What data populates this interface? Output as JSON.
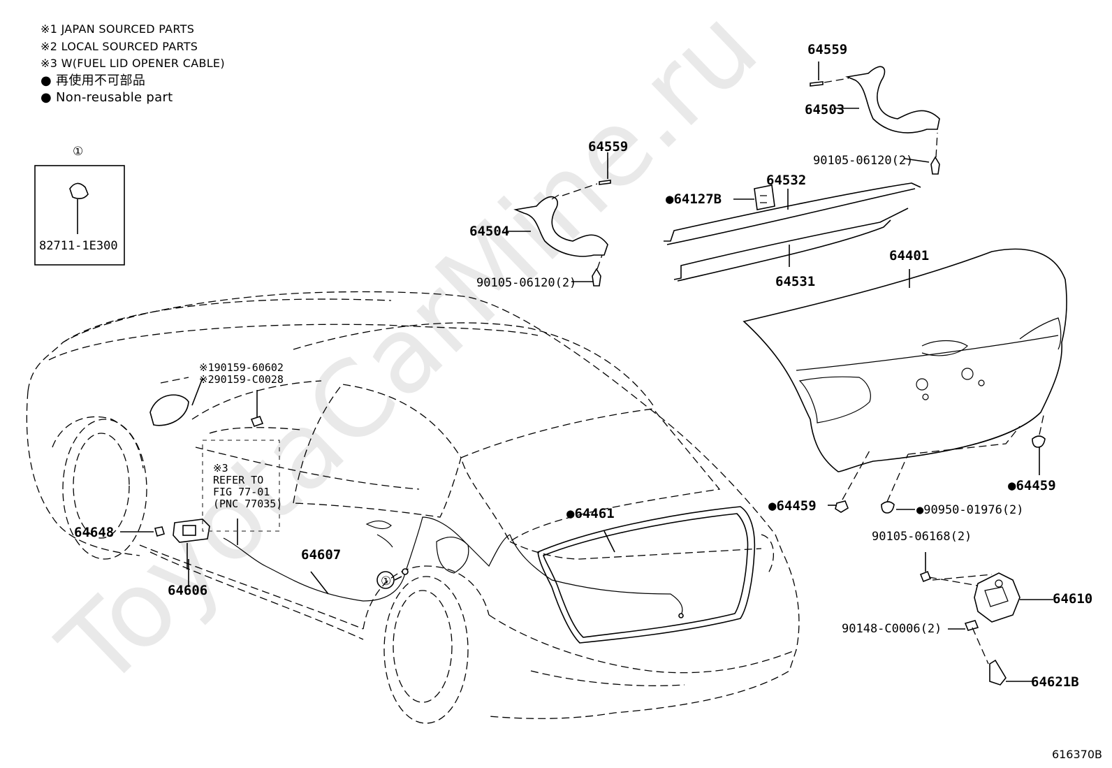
{
  "legend": {
    "note1": "※1 JAPAN SOURCED PARTS",
    "note2": "※2 LOCAL SOURCED PARTS",
    "note3": "※3 W(FUEL LID OPENER CABLE)",
    "nonreusable_jp": "● 再使用不可部品",
    "nonreusable_en": "● Non-reusable part"
  },
  "watermark": "ToyotaCarMine.ru",
  "inset": {
    "marker": "①",
    "part_number": "82711-1E300"
  },
  "callouts": {
    "p64559_top": "64559",
    "p64503": "64503",
    "p90105_06120_right": "90105-06120(2)",
    "p64532": "64532",
    "p64127B": "●64127B",
    "p64559_left": "64559",
    "p64504": "64504",
    "p90105_06120_left": "90105-06120(2)",
    "p64531": "64531",
    "p64401": "64401",
    "p90159_60602": "※190159-60602",
    "p90159_C0028": "※290159-C0028",
    "refer_mark": "※3",
    "refer_l1": "REFER TO",
    "refer_l2": "FIG 77-01",
    "refer_l3": "(PNC 77035)",
    "p64648": "64648",
    "p64606": "64606",
    "p64607": "64607",
    "p64461": "●64461",
    "marker_car": "①",
    "p64459_left": "●64459",
    "p64459_right": "●64459",
    "p90950_01976": "●90950-01976(2)",
    "p90105_06168": "90105-06168(2)",
    "p64610": "64610",
    "p90148_C0006": "90148-C0006(2)",
    "p64621B": "64621B"
  },
  "doc_number": "616370B"
}
